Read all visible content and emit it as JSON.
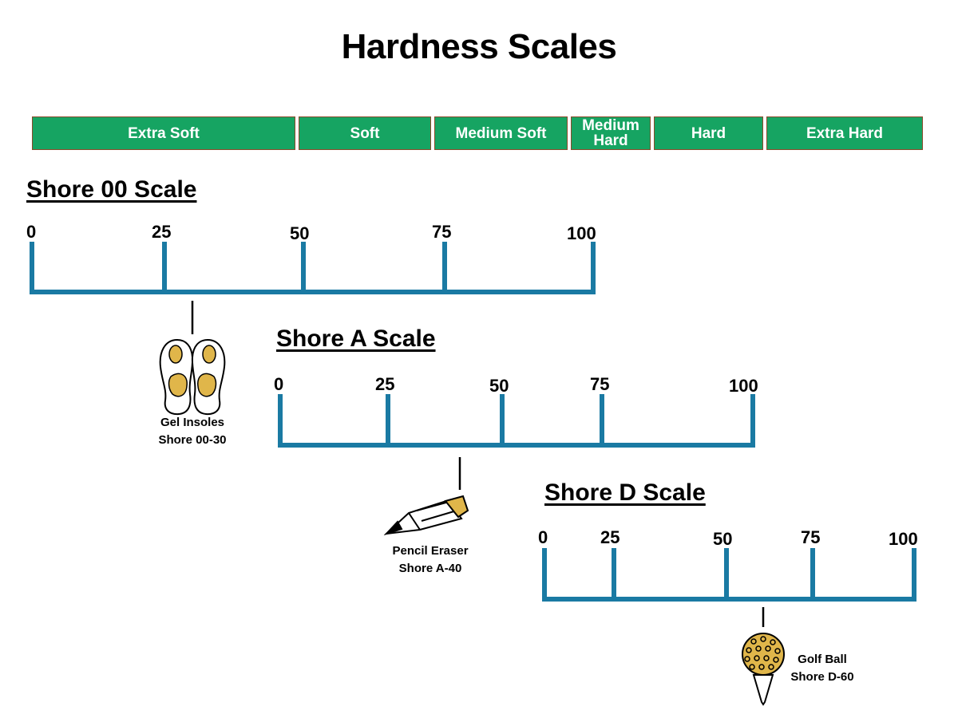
{
  "title": "Hardness Scales",
  "hardness_bands": [
    "Extra Soft",
    "Soft",
    "Medium Soft",
    "Medium Hard",
    "Hard",
    "Extra Hard"
  ],
  "scales": [
    {
      "title": "Shore 00 Scale",
      "tick_labels": [
        "0",
        "25",
        "50",
        "75",
        "100"
      ],
      "example": {
        "name": "Gel Insoles",
        "rating": "Shore 00-30",
        "value": 30,
        "icon": "insoles-icon"
      }
    },
    {
      "title": "Shore A Scale",
      "tick_labels": [
        "0",
        "25",
        "50",
        "75",
        "100"
      ],
      "example": {
        "name": "Pencil Eraser",
        "rating": "Shore A-40",
        "value": 40,
        "icon": "pencil-icon"
      }
    },
    {
      "title": "Shore D Scale",
      "tick_labels": [
        "0",
        "25",
        "50",
        "75",
        "100"
      ],
      "example": {
        "name": "Golf Ball",
        "rating": "Shore D-60",
        "value": 60,
        "icon": "golf-ball-icon"
      }
    }
  ],
  "colors": {
    "band": "#16a462",
    "band_border": "#8a4a2a",
    "scale_line": "#1a7aa3",
    "icon_fill": "#e0b64a"
  }
}
